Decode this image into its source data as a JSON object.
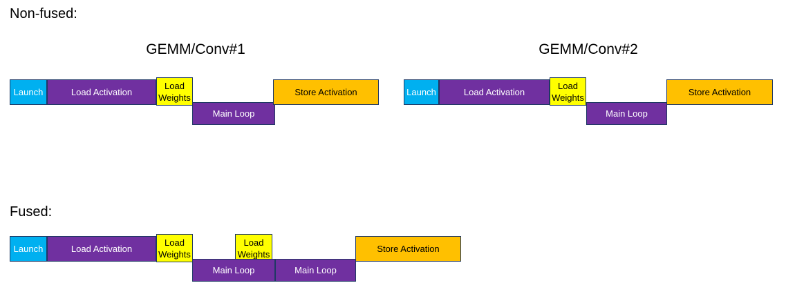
{
  "diagram": {
    "title_non_fused": "Non-fused:",
    "title_fused": "Fused:",
    "colors": {
      "launch": "#00B0F0",
      "load_activation": "#7030A0",
      "main_loop": "#7030A0",
      "load_weights": "#FFFF00",
      "store_activation": "#FFC000",
      "border": "#1F3864",
      "background": "#FFFFFF"
    },
    "labels": {
      "launch": "Launch",
      "load_activation": "Load Activation",
      "load_weights_line1": "Load",
      "load_weights_line2": "Weights",
      "main_loop": "Main Loop",
      "store_activation": "Store Activation"
    },
    "groups": {
      "gemm_conv_1": "GEMM/Conv#1",
      "gemm_conv_2": "GEMM/Conv#2"
    }
  }
}
